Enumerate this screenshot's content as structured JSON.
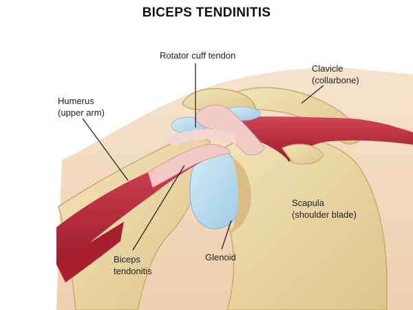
{
  "title": "BICEPS TENDINITIS",
  "labels": {
    "rotator_cuff": "Rotator cuff tendon",
    "clavicle": {
      "line1": "Clavicle",
      "line2": "(collarbone)"
    },
    "humerus": {
      "line1": "Humerus",
      "line2": "(upper arm)"
    },
    "scapula": {
      "line1": "Scapula",
      "line2": "(shoulder blade)"
    },
    "glenoid": "Glenoid",
    "biceps": {
      "line1": "Biceps",
      "line2": "tendonitis"
    }
  },
  "colors": {
    "skin": "#f3dcc2",
    "bone": "#ecd9a8",
    "muscle": "#b8283a",
    "cartilage": "#b9dcef",
    "tendon": "#efc6c0"
  }
}
